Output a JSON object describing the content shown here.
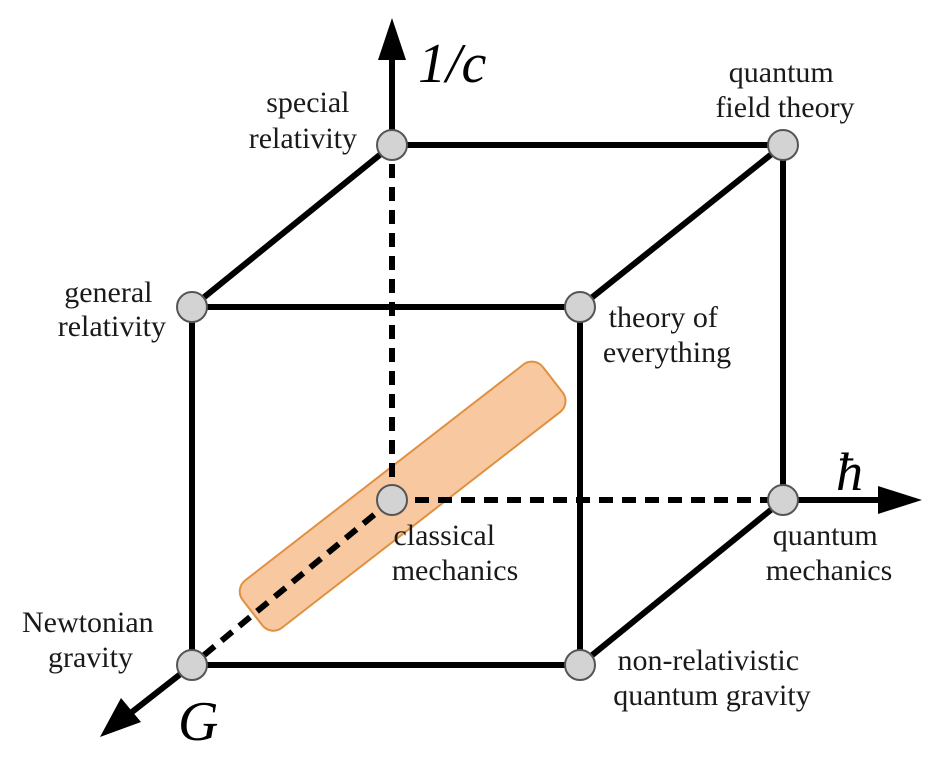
{
  "axes": {
    "inv_c": "1/c",
    "hbar": "ħ",
    "G": "G"
  },
  "theories": {
    "special_relativity": [
      "special",
      "relativity"
    ],
    "quantum_field_theory": [
      "quantum",
      "field theory"
    ],
    "general_relativity": [
      "general",
      "relativity"
    ],
    "theory_of_everything": [
      "theory of",
      "everything"
    ],
    "classical_mechanics": [
      "classical",
      "mechanics"
    ],
    "quantum_mechanics": [
      "quantum",
      "mechanics"
    ],
    "newtonian_gravity": [
      "Newtonian",
      "gravity"
    ],
    "nonrel_quantum_gravity": [
      "non-relativistic",
      "quantum gravity"
    ]
  },
  "colors": {
    "highlight": "#f8c9a0",
    "highlight_border": "#e09040",
    "vertex_fill": "#d3d3d3",
    "line": "#000000"
  }
}
